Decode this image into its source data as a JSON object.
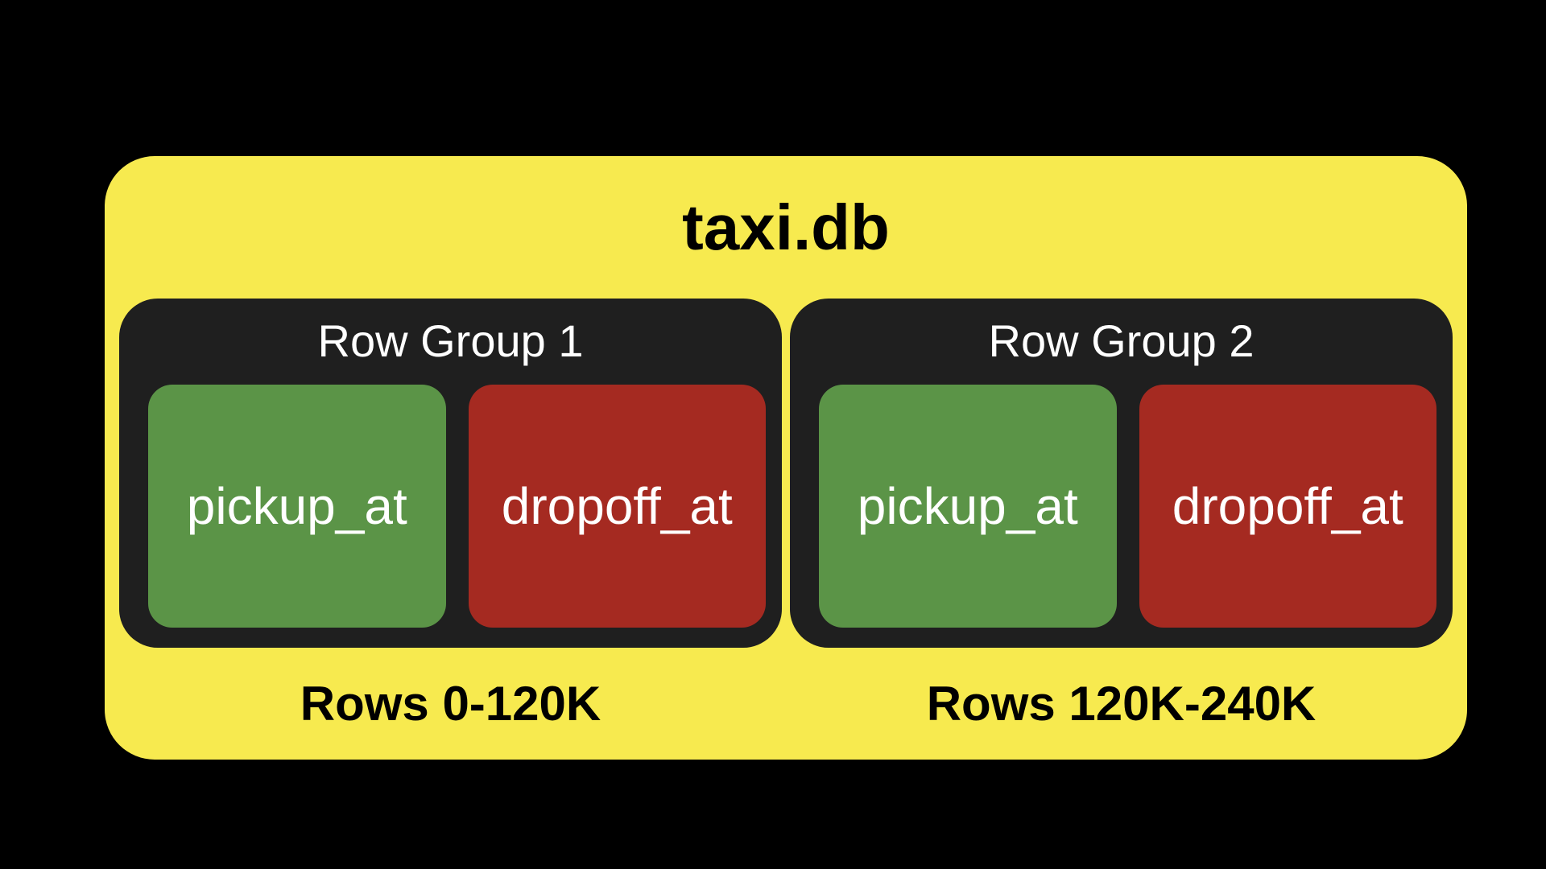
{
  "diagram": {
    "title": "taxi.db",
    "row_groups": [
      {
        "label": "Row Group 1",
        "columns": [
          {
            "name": "pickup_at",
            "color_key": "green"
          },
          {
            "name": "dropoff_at",
            "color_key": "red"
          }
        ],
        "rows_label": "Rows 0-120K"
      },
      {
        "label": "Row Group 2",
        "columns": [
          {
            "name": "pickup_at",
            "color_key": "green"
          },
          {
            "name": "dropoff_at",
            "color_key": "red"
          }
        ],
        "rows_label": "Rows 120K-240K"
      }
    ],
    "colors": {
      "canvas": "#000000",
      "file_bg": "#F7EA4F",
      "group_bg": "#1F1F1F",
      "green": "#5B9447",
      "red": "#A52A21",
      "title_text": "#000000",
      "label_text": "#FFFFFF"
    }
  }
}
